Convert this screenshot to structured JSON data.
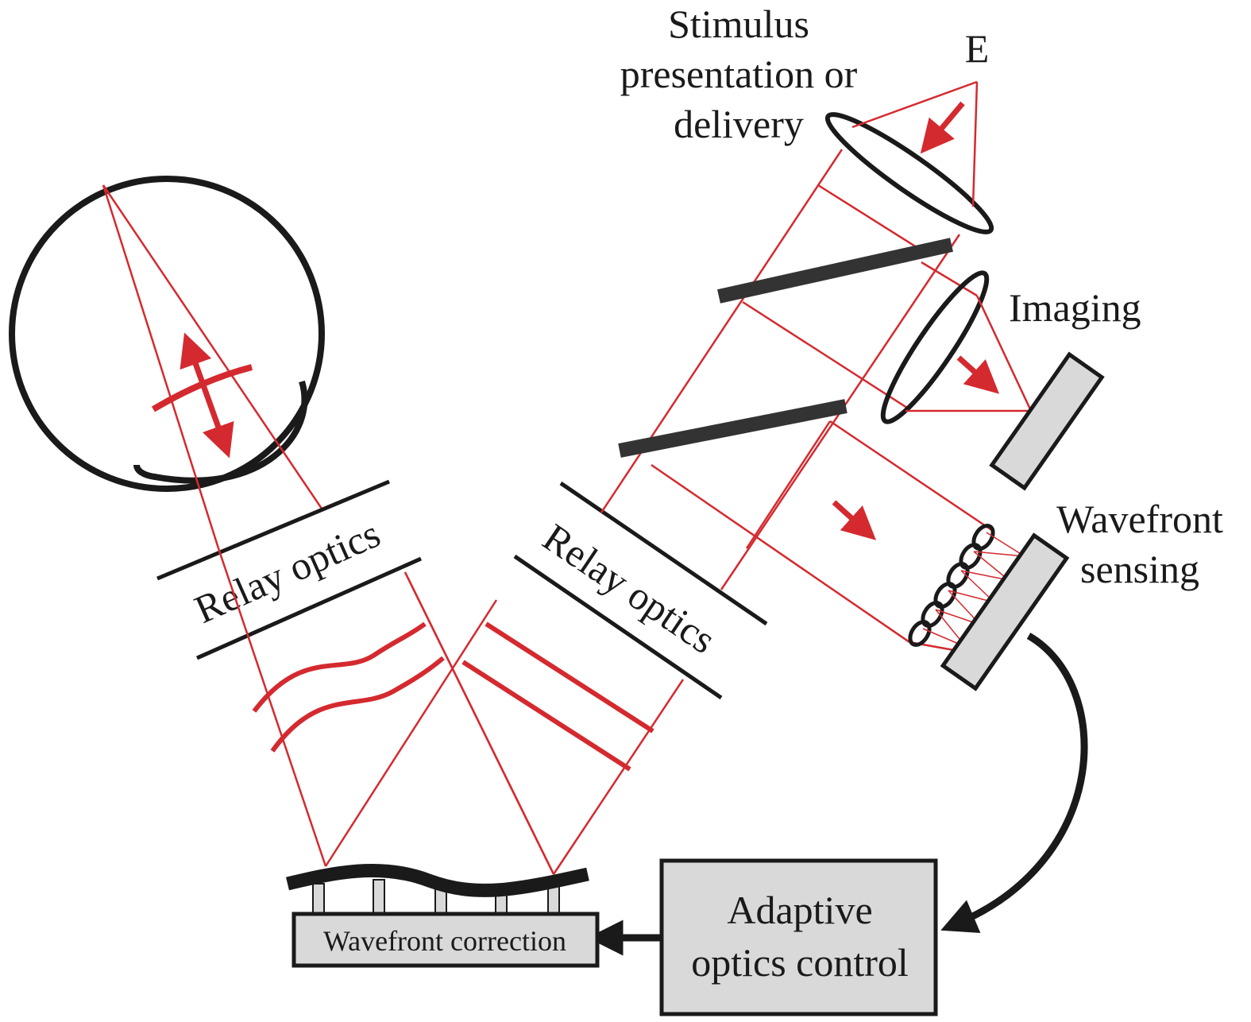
{
  "labels": {
    "stimulus_line1": "Stimulus",
    "stimulus_line2": "presentation or",
    "stimulus_line3": "delivery",
    "target_letter": "E",
    "imaging": "Imaging",
    "wavefront_sensing_line1": "Wavefront",
    "wavefront_sensing_line2": "sensing",
    "relay_optics_left": "Relay optics",
    "relay_optics_right": "Relay optics",
    "adaptive_control_line1": "Adaptive",
    "adaptive_control_line2": "optics control",
    "wavefront_correction": "Wavefront correction"
  },
  "colors": {
    "beam": "#d42a2f",
    "outline": "#1a1a1a",
    "panel_fill": "#d9d9d9",
    "mirror": "#333333",
    "background": "#ffffff"
  }
}
